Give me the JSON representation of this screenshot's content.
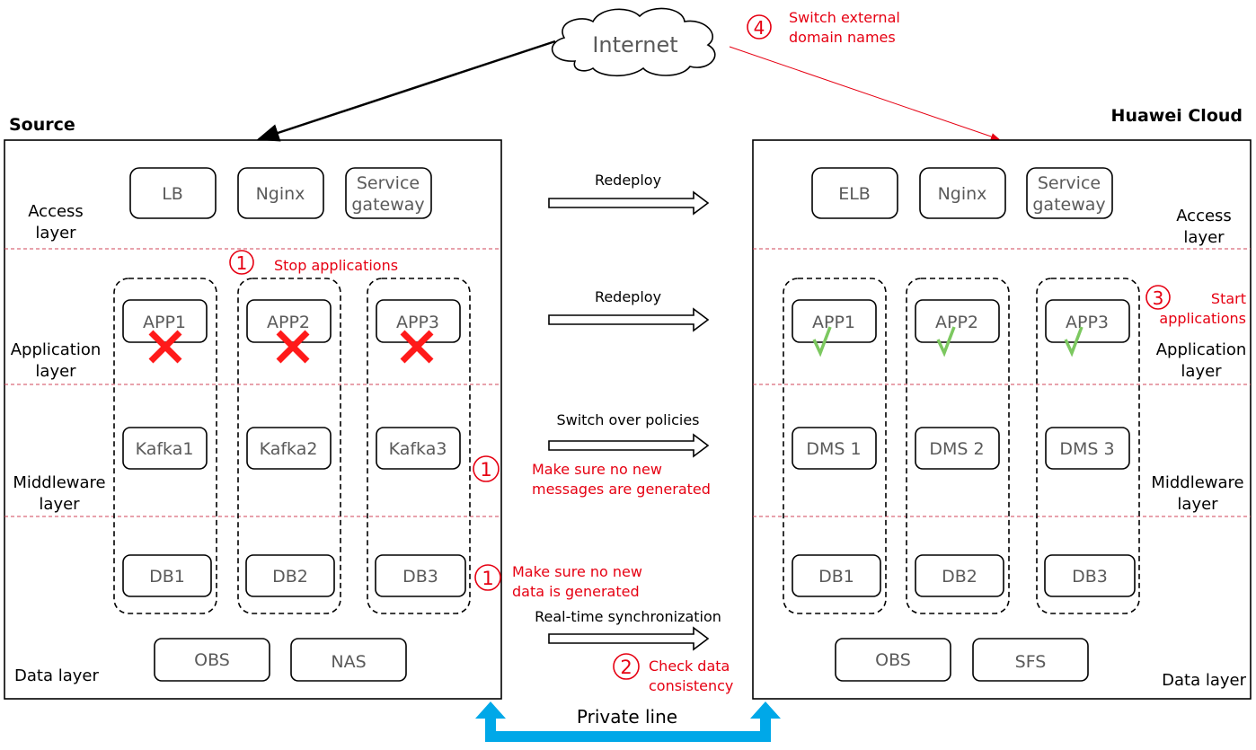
{
  "internet": {
    "label": "Internet"
  },
  "source": {
    "title": "Source",
    "layers": [
      "Access\nlayer",
      "Application\nlayer",
      "Middleware\nlayer",
      "Data layer"
    ],
    "access": [
      "LB",
      "Nginx",
      "Service\ngateway"
    ],
    "apps": [
      "APP1",
      "APP2",
      "APP3"
    ],
    "middleware": [
      "Kafka1",
      "Kafka2",
      "Kafka3"
    ],
    "dbs": [
      "DB1",
      "DB2",
      "DB3"
    ],
    "storage": [
      "OBS",
      "NAS"
    ]
  },
  "cloud": {
    "title": "Huawei Cloud",
    "layers": [
      "Access\nlayer",
      "Application\nlayer",
      "Middleware\nlayer",
      "Data layer"
    ],
    "access": [
      "ELB",
      "Nginx",
      "Service\ngateway"
    ],
    "apps": [
      "APP1",
      "APP2",
      "APP3"
    ],
    "middleware": [
      "DMS 1",
      "DMS 2",
      "DMS 3"
    ],
    "dbs": [
      "DB1",
      "DB2",
      "DB3"
    ],
    "storage": [
      "OBS",
      "SFS"
    ]
  },
  "flows": [
    "Redeploy",
    "Redeploy",
    "Switch over policies",
    "Real-time synchronization"
  ],
  "steps": {
    "stop": {
      "num": "1",
      "text": "Stop applications"
    },
    "no_messages": {
      "num": "1",
      "text": "Make sure no new\nmessages are generated"
    },
    "no_data": {
      "num": "1",
      "text": "Make sure no new\ndata is generated"
    },
    "check": {
      "num": "2",
      "text": "Check data\nconsistency"
    },
    "start": {
      "num": "3",
      "text": "Start\napplications"
    },
    "switch_dns": {
      "num": "4",
      "text": "Switch external\ndomain names"
    }
  },
  "private_line": "Private line",
  "colors": {
    "accent_red": "#e60012",
    "private_line_blue": "#00a8e8",
    "check_green": "#7cc860",
    "cross_red": "#ff1a1a"
  }
}
